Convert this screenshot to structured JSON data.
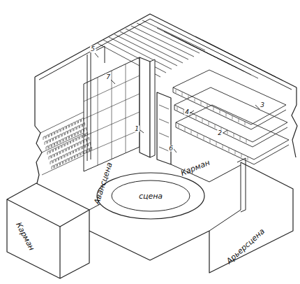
{
  "diagram": {
    "nodes": [
      {
        "text": [
          "сцена"
        ]
      }
    ],
    "labels": [
      "5",
      "7",
      "3",
      "1",
      "4",
      "2",
      "6",
      "Карман",
      "Авансцена",
      "Карман",
      "Арьерсцена"
    ]
  }
}
